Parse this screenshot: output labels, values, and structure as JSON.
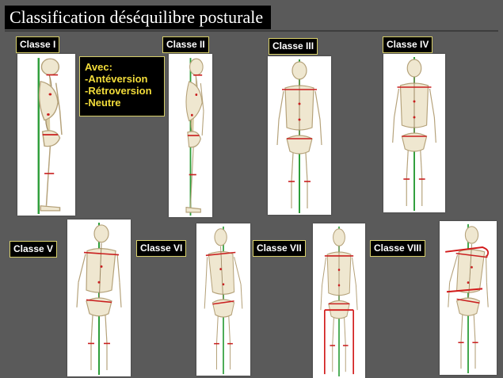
{
  "slide": {
    "title": "Classification déséquilibre posturale",
    "background": "#5a5a5a",
    "accent_border": "#d8d06a",
    "text_highlight": "#f2dc3a"
  },
  "avec_box": {
    "heading": "Avec:",
    "items": [
      "-Antéversion",
      "-Rétroversion",
      "-Neutre"
    ]
  },
  "classes": [
    {
      "label": "Classe I",
      "view": "side"
    },
    {
      "label": "Classe II",
      "view": "side"
    },
    {
      "label": "Classe III",
      "view": "back"
    },
    {
      "label": "Classe IV",
      "view": "back"
    },
    {
      "label": "Classe V",
      "view": "back"
    },
    {
      "label": "Classe VI",
      "view": "back"
    },
    {
      "label": "Classe VII",
      "view": "back"
    },
    {
      "label": "Classe VIII",
      "view": "back"
    }
  ]
}
